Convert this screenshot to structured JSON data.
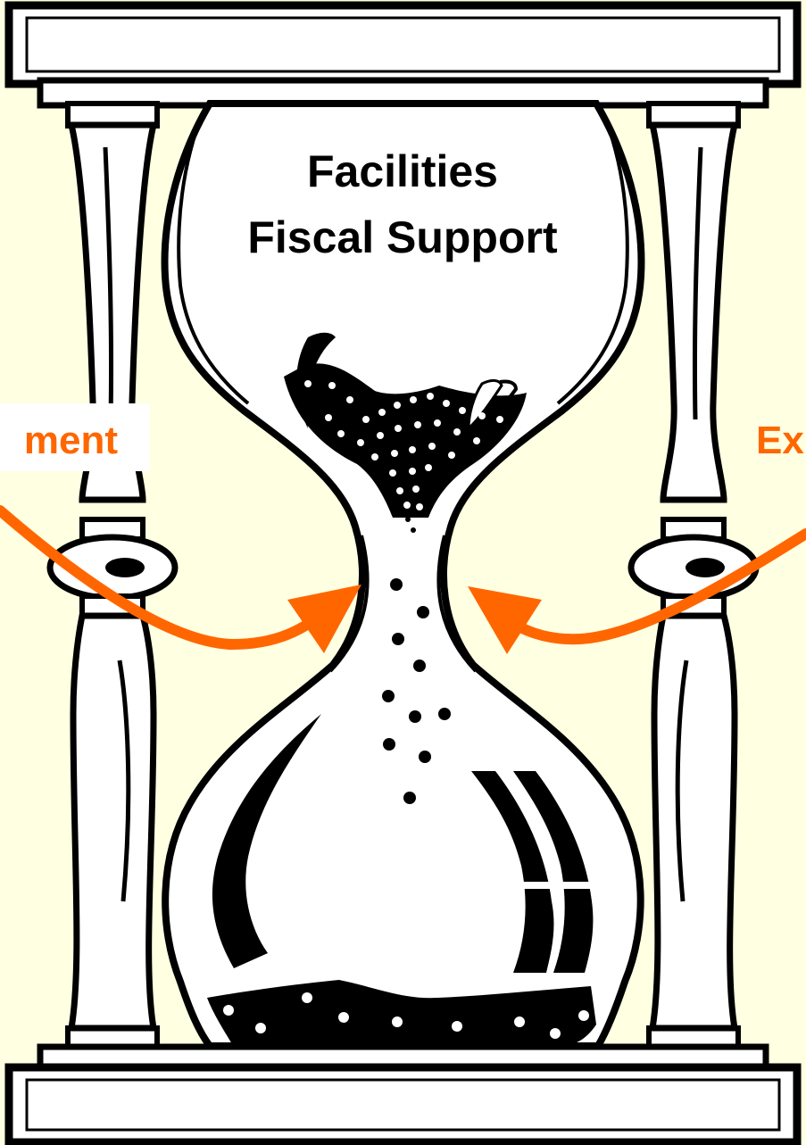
{
  "title": {
    "line1": "Facilities",
    "line2": "Fiscal Support"
  },
  "left_label": "ment",
  "right_label": "Ex",
  "colors": {
    "background": "#ffffe1",
    "accent": "#ff6600",
    "ink": "#000000",
    "label_box": "#ffffff"
  }
}
